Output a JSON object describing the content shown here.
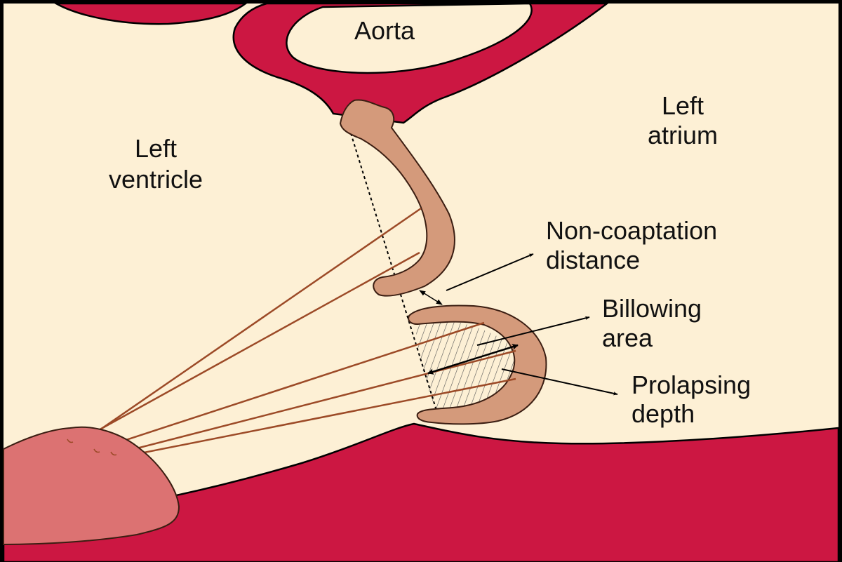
{
  "labels": {
    "aorta": "Aorta",
    "left_ventricle": [
      "Left",
      "ventricle"
    ],
    "left_atrium": [
      "Left",
      "atrium"
    ],
    "non_coaptation_distance": [
      "Non-coaptation",
      "distance"
    ],
    "billowing_area": [
      "Billowing",
      "area"
    ],
    "prolapsing_depth": [
      "Prolapsing",
      "depth"
    ]
  },
  "colors": {
    "background": "#fdf0d5",
    "myocardium": "#cc1742",
    "leaflet": "#d49a7b",
    "papillary_muscle": "#dc7272",
    "chordae": "#9c4a27",
    "outline": "#3b1e12",
    "frame": "#000000"
  }
}
